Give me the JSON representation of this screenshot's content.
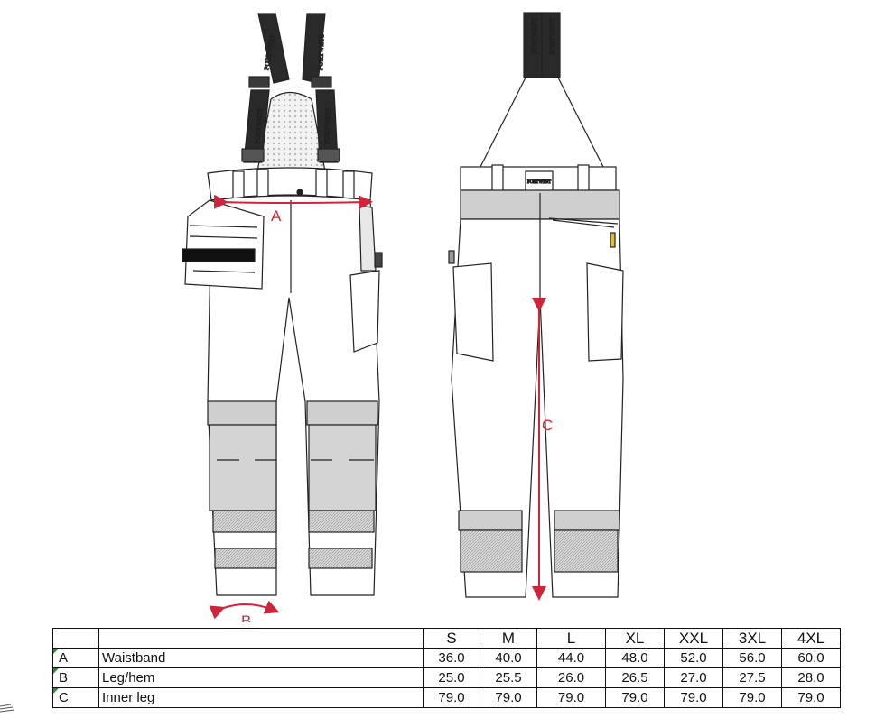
{
  "brand": {
    "strap_text": "PORTWEST",
    "label_text": "PORTWEST"
  },
  "measure_markers": {
    "a": "A",
    "b": "B",
    "c": "C"
  },
  "colors": {
    "accent_red": "#d0243a",
    "reflective_grey": "#cfcfcf",
    "outline": "#222222",
    "strap_black": "#2a2a2a"
  },
  "size_table": {
    "sizes": [
      "S",
      "M",
      "L",
      "XL",
      "XXL",
      "3XL",
      "4XL"
    ],
    "rows": [
      {
        "code": "A",
        "name": "Waistband",
        "values": [
          "36.0",
          "40.0",
          "44.0",
          "48.0",
          "52.0",
          "56.0",
          "60.0"
        ]
      },
      {
        "code": "B",
        "name": "Leg/hem",
        "values": [
          "25.0",
          "25.5",
          "26.0",
          "26.5",
          "27.0",
          "27.5",
          "28.0"
        ]
      },
      {
        "code": "C",
        "name": "Inner leg",
        "values": [
          "79.0",
          "79.0",
          "79.0",
          "79.0",
          "79.0",
          "79.0",
          "79.0"
        ]
      }
    ]
  }
}
